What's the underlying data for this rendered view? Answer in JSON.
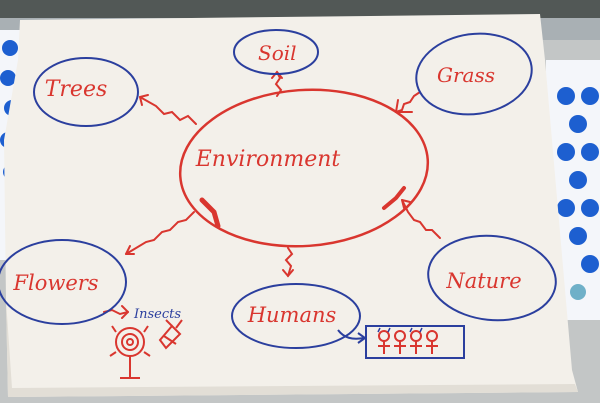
{
  "colors": {
    "red_marker": "#d9362f",
    "blue_marker": "#2b3f9e",
    "paper": "#f3f0ea",
    "table": "#bfc3c4",
    "cloth_blue": "#1d5fd0",
    "cloth_white": "#f7f8fb"
  },
  "center": {
    "label": "Environment"
  },
  "nodes": {
    "soil": {
      "label": "Soil"
    },
    "grass": {
      "label": "Grass"
    },
    "trees": {
      "label": "Trees"
    },
    "flowers": {
      "label": "Flowers"
    },
    "humans": {
      "label": "Humans"
    },
    "nature": {
      "label": "Nature"
    }
  },
  "annotations": {
    "insects": {
      "label": "Insects"
    }
  }
}
